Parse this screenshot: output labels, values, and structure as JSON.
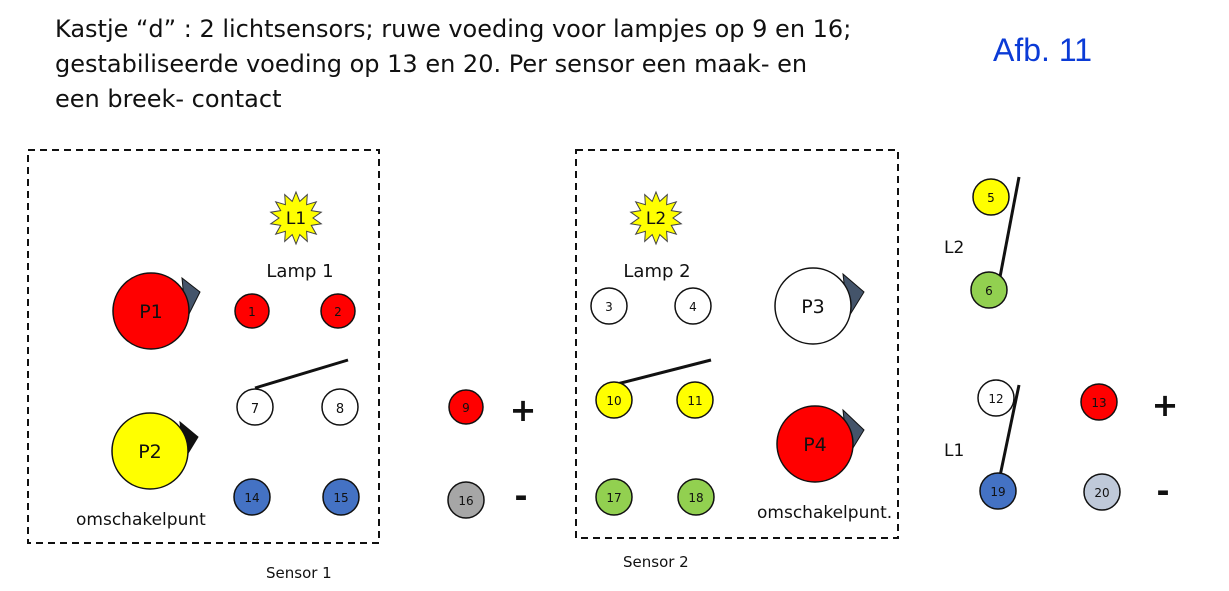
{
  "title": {
    "line1": "Kastje “d” : 2 lichtsensors; ruwe voeding voor lampjes op 9 en 16;",
    "line2": "gestabiliseerde voeding op 13 en 20. Per sensor een maak- en",
    "line3": "een breek- contact"
  },
  "figure_label": "Afb. 11",
  "colors": {
    "red": "#ff0000",
    "yellow": "#ffff00",
    "green": "#92d050",
    "blue": "#4472c4",
    "gray": "#a6a6a6",
    "lightgray": "#bfc9d9",
    "white": "#ffffff",
    "pointer": "#44546a",
    "title_blue": "#0b3bd6"
  },
  "sensor1": {
    "caption": "Sensor 1",
    "lamp": {
      "badge": "L1",
      "label": "Lamp 1"
    },
    "pots": [
      {
        "label": "P1",
        "color": "red"
      },
      {
        "label": "P2",
        "color": "yellow"
      }
    ],
    "note": "omschakelpunt",
    "terminals": [
      {
        "n": "1",
        "color": "red"
      },
      {
        "n": "2",
        "color": "red"
      },
      {
        "n": "7",
        "color": "white"
      },
      {
        "n": "8",
        "color": "white"
      },
      {
        "n": "14",
        "color": "blue"
      },
      {
        "n": "15",
        "color": "blue"
      }
    ]
  },
  "sensor2": {
    "caption": "Sensor 2",
    "lamp": {
      "badge": "L2",
      "label": "Lamp 2"
    },
    "pots": [
      {
        "label": "P3",
        "color": "white"
      },
      {
        "label": "P4",
        "color": "red"
      }
    ],
    "note": "omschakelpunt.",
    "terminals": [
      {
        "n": "3",
        "color": "white"
      },
      {
        "n": "4",
        "color": "white"
      },
      {
        "n": "10",
        "color": "yellow"
      },
      {
        "n": "11",
        "color": "yellow"
      },
      {
        "n": "17",
        "color": "green"
      },
      {
        "n": "18",
        "color": "green"
      }
    ]
  },
  "raw_supply": {
    "terminals": [
      {
        "n": "9",
        "color": "red"
      },
      {
        "n": "16",
        "color": "gray"
      }
    ],
    "plus": "+",
    "minus": "-"
  },
  "stab_supply": {
    "terminals": [
      {
        "n": "13",
        "color": "red"
      },
      {
        "n": "20",
        "color": "lightgray"
      }
    ],
    "plus": "+",
    "minus": "-"
  },
  "lamp_sockets": {
    "L2": {
      "label": "L2",
      "terminals": [
        {
          "n": "5",
          "color": "yellow"
        },
        {
          "n": "6",
          "color": "green"
        }
      ]
    },
    "L1": {
      "label": "L1",
      "terminals": [
        {
          "n": "12",
          "color": "white"
        },
        {
          "n": "19",
          "color": "blue"
        }
      ]
    }
  }
}
